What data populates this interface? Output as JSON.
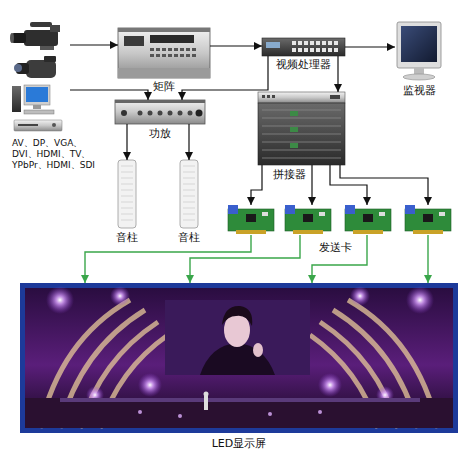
{
  "diagram": {
    "nodes": [
      {
        "text": [
          "AV、DP、VGA、 DVI、HDMI、TV、 YPbPr、HDMI、SDI"
        ]
      },
      {
        "text": [
          "矩阵"
        ]
      },
      {
        "text": [
          "视频处理器"
        ]
      },
      {
        "text": [
          "监视器"
        ]
      },
      {
        "text": [
          "功放"
        ]
      },
      {
        "text": [
          "拼接器"
        ]
      },
      {
        "text": [
          "音柱"
        ]
      },
      {
        "text": [
          "音柱"
        ]
      },
      {
        "text": [
          "发送卡"
        ]
      },
      {
        "text": [
          "LED显示屏"
        ]
      }
    ],
    "edges": [
      {
        "from": 0,
        "to": 1,
        "arrow": "to"
      },
      {
        "from": 1,
        "to": 2,
        "arrow": "to"
      },
      {
        "from": 2,
        "to": 3,
        "arrow": "to"
      },
      {
        "from": 0,
        "to": 4,
        "arrow": "to"
      },
      {
        "from": 2,
        "to": 4,
        "arrow": "to"
      },
      {
        "from": 2,
        "to": 5,
        "arrow": "to"
      },
      {
        "from": 4,
        "to": 6,
        "arrow": "to"
      },
      {
        "from": 4,
        "to": 7,
        "arrow": "to"
      },
      {
        "from": 5,
        "to": 8,
        "arrow": "to"
      },
      {
        "from": 8,
        "to": 9,
        "arrow": "to"
      }
    ]
  }
}
